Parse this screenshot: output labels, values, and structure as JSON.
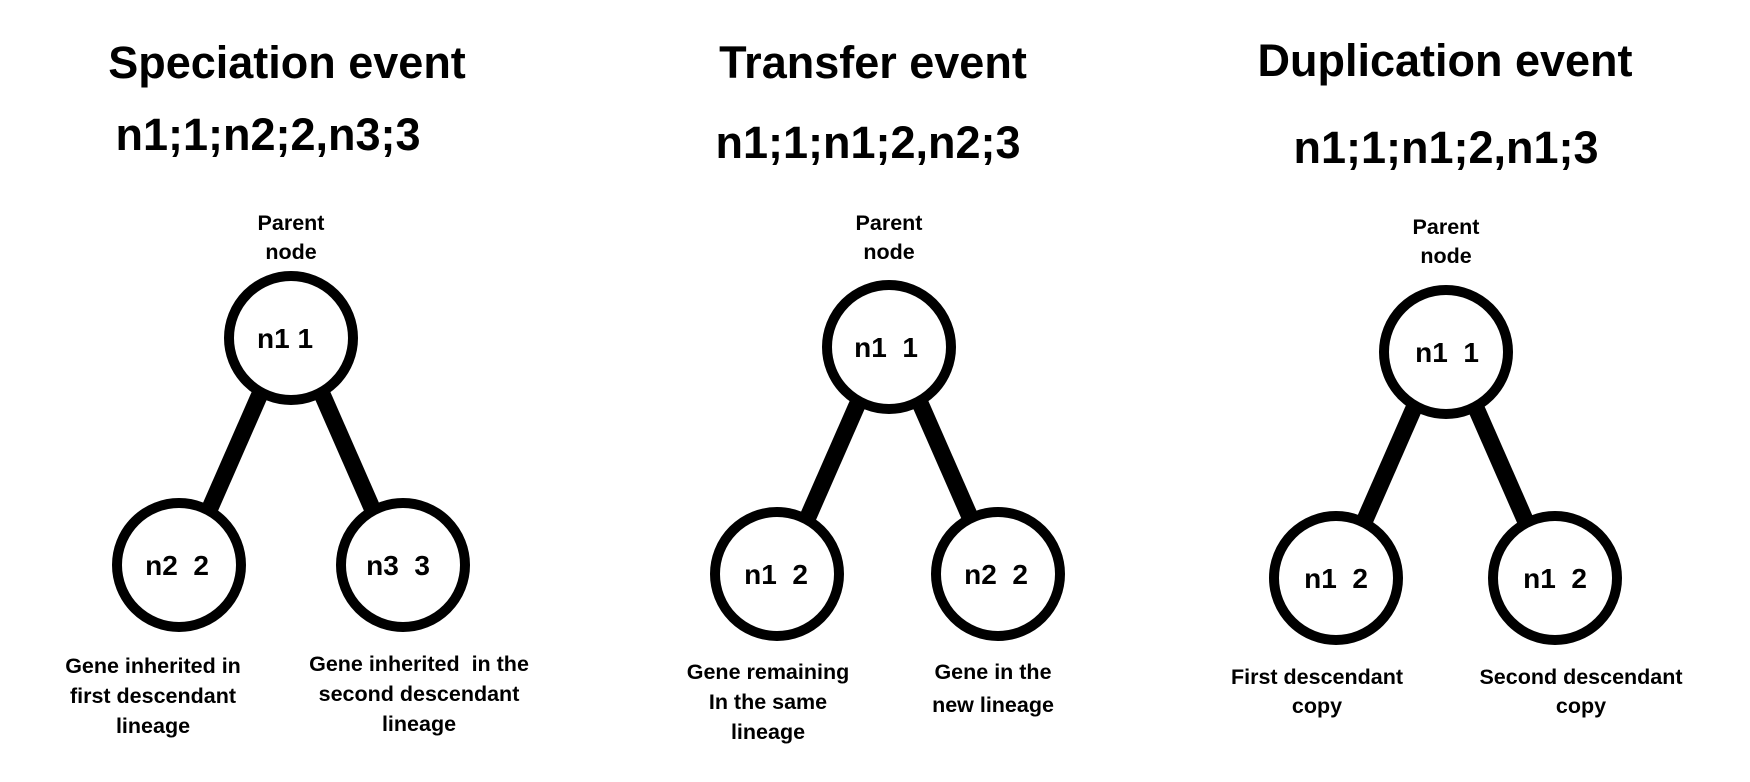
{
  "panels": [
    {
      "title": "Speciation event",
      "code": "n1;1;n2;2,n3;3",
      "parent": {
        "label": [
          "Parent",
          "node"
        ],
        "text": "n1 1"
      },
      "left": {
        "text": "n2  2",
        "caption": [
          "Gene inherited in",
          "first descendant",
          "lineage"
        ]
      },
      "right": {
        "text": "n3  3",
        "caption": [
          "Gene inherited  in the",
          "second descendant",
          "lineage"
        ]
      }
    },
    {
      "title": "Transfer event",
      "code": "n1;1;n1;2,n2;3",
      "parent": {
        "label": [
          "Parent",
          "node"
        ],
        "text": "n1  1"
      },
      "left": {
        "text": "n1  2",
        "caption": [
          "Gene remaining",
          "In the same",
          "lineage"
        ]
      },
      "right": {
        "text": "n2  2",
        "caption": [
          "Gene in the",
          "new lineage"
        ]
      }
    },
    {
      "title": "Duplication event",
      "code": "n1;1;n1;2,n1;3",
      "parent": {
        "label": [
          "Parent",
          "node"
        ],
        "text": "n1  1"
      },
      "left": {
        "text": "n1  2",
        "caption": [
          "First descendant",
          "copy"
        ]
      },
      "right": {
        "text": "n1  2",
        "caption": [
          "Second descendant",
          "copy"
        ]
      }
    }
  ]
}
